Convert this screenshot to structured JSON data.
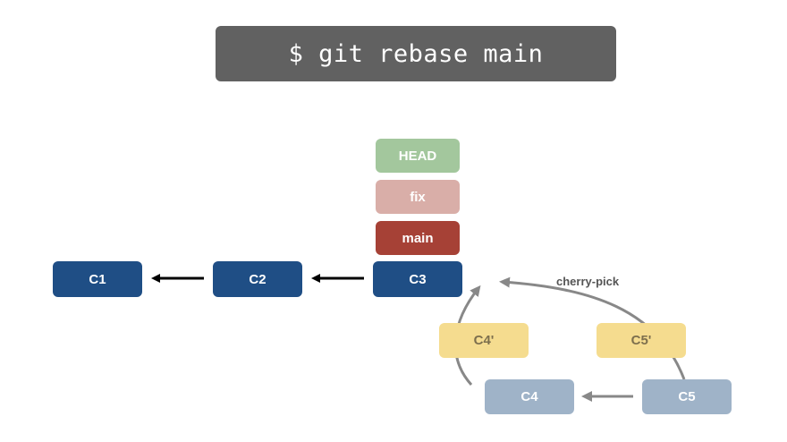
{
  "command": "$ git rebase main",
  "refs": {
    "head": "HEAD",
    "fix": "fix",
    "main": "main"
  },
  "commits": {
    "c1": "C1",
    "c2": "C2",
    "c3": "C3",
    "c4": "C4",
    "c5": "C5",
    "c4_prime": "C4'",
    "c5_prime": "C5'"
  },
  "annotation": "cherry-pick",
  "colors": {
    "command_bg": "#616161",
    "commit": "#1f4e85",
    "old_commit": "#9fb3c8",
    "rebased_placeholder": "#f5dc8f",
    "head": "#a3c79d",
    "fix": "#d9aea8",
    "main": "#a64136"
  }
}
